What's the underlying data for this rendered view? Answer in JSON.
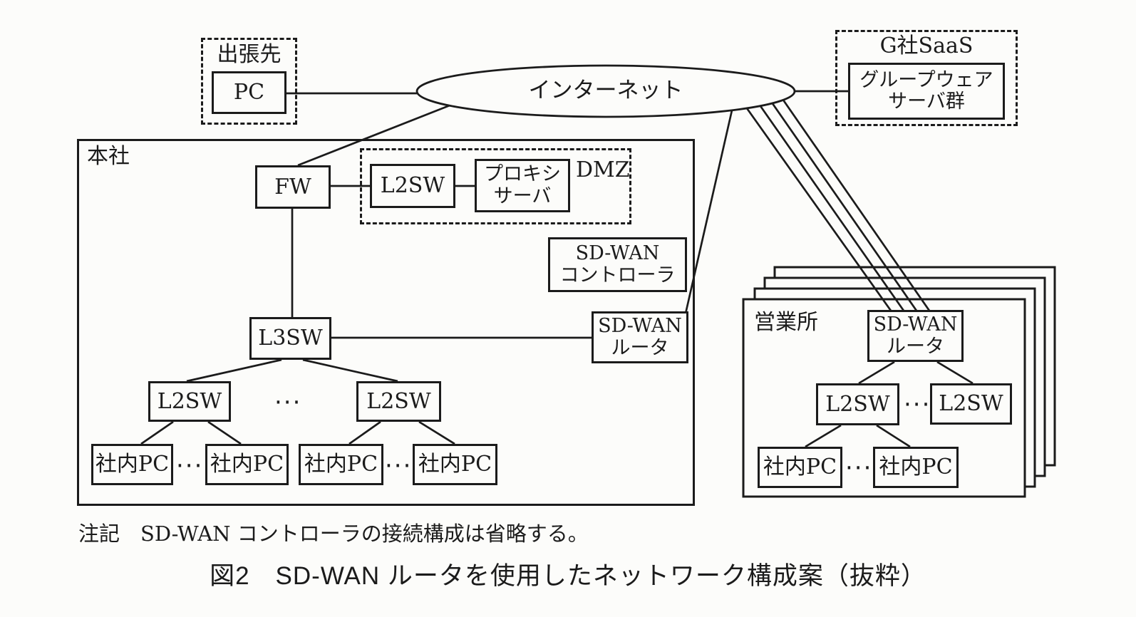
{
  "colors": {
    "ink": "#1b1b1b",
    "paper": "#fcfcfa"
  },
  "caption": "図2　SD-WAN ルータを使用したネットワーク構成案（抜粋）",
  "note": "注記　SD-WAN コントローラの接続構成は省略する。",
  "internet": {
    "label": "インターネット"
  },
  "trip": {
    "label": "出張先",
    "pc": "PC"
  },
  "saas": {
    "label": "G社SaaS",
    "server_lines": [
      "グループウェア",
      "サーバ群"
    ]
  },
  "hq": {
    "label": "本社",
    "fw": "FW",
    "dmz": {
      "label": "DMZ",
      "l2sw": "L2SW",
      "proxy_lines": [
        "プロキシ",
        "サーバ"
      ]
    },
    "controller_lines": [
      "SD-WAN",
      "コントローラ"
    ],
    "l3sw": "L3SW",
    "router_lines": [
      "SD-WAN",
      "ルータ"
    ],
    "l2sw_left": "L2SW",
    "l2sw_right": "L2SW",
    "pcs": [
      "社内PC",
      "社内PC",
      "社内PC",
      "社内PC"
    ],
    "ellipsis": "···"
  },
  "branch": {
    "label": "営業所",
    "router_lines": [
      "SD-WAN",
      "ルータ"
    ],
    "l2sw_left": "L2SW",
    "l2sw_right": "L2SW",
    "pcs": [
      "社内PC",
      "社内PC"
    ],
    "ellipsis": "···"
  }
}
